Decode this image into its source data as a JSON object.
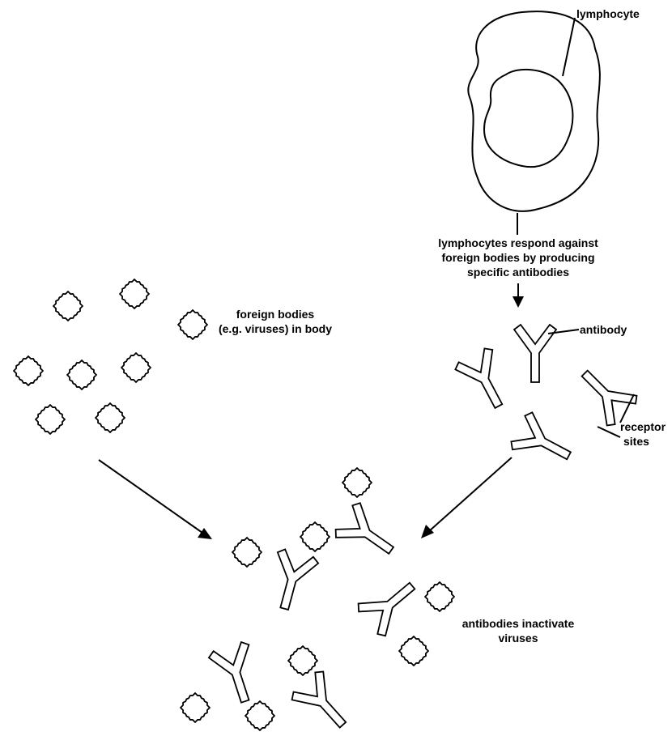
{
  "labels": {
    "lymphocyte": "lymphocyte",
    "response_line1": "lymphocytes respond against",
    "response_line2": "foreign bodies by producing",
    "response_line3": "specific antibodies",
    "foreign_line1": "foreign bodies",
    "foreign_line2": "(e.g. viruses) in body",
    "antibody": "antibody",
    "receptor_line1": "receptor",
    "receptor_line2": "sites",
    "inactivate_line1": "antibodies inactivate",
    "inactivate_line2": "viruses"
  }
}
